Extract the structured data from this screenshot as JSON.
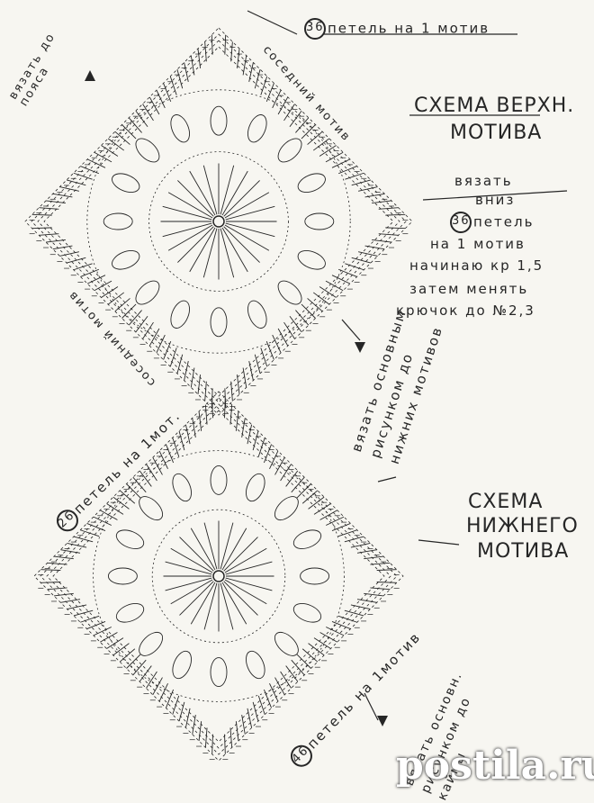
{
  "top_motif": {
    "loops_badge": "36",
    "loops_text": "петель на 1 мотив",
    "neighbor_top": "соседний мотив",
    "neighbor_left": "соседний мотив",
    "knit_to_waist": "вязать до пояса",
    "title_line1": "СХЕМА ВЕРХН.",
    "title_line2": "МОТИВА"
  },
  "instructions": {
    "knit_down_1": "вязать",
    "knit_down_2": "вниз",
    "loops_badge": "36",
    "loops_1": "петель",
    "loops_2": "на 1 мотив",
    "hook_1": "начинаю кр 1,5",
    "hook_2": "затем менять",
    "hook_3": "крючок до №2,3",
    "main_pattern": "вязать основным рисунком до нижних мотивов"
  },
  "bottom_motif": {
    "loops_badge": "26",
    "loops_text": "петель на 1мот.",
    "title_line1": "СХЕМА",
    "title_line2": "НИЖНЕГО",
    "title_line3": "МОТИВА",
    "bottom_badge": "46",
    "bottom_text": "петель на 1мотив",
    "to_edge": "вязать основн. рисунком до каймы"
  },
  "watermark": "postila.ru",
  "colors": {
    "ink": "#262626",
    "paper": "#f7f6f1",
    "watermark": "#ffffff"
  }
}
